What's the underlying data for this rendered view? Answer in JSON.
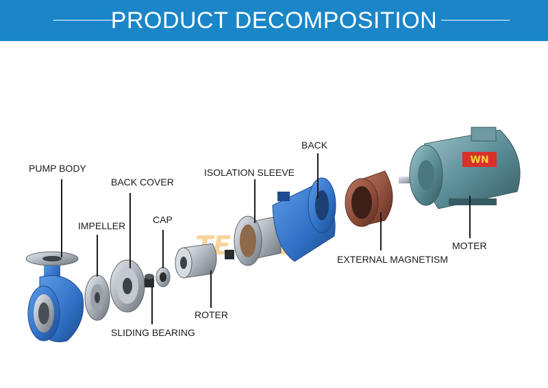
{
  "header": {
    "title": "PRODUCT DECOMPOSITION",
    "bg_color": "#1a86c8"
  },
  "labels": {
    "pump_body": "PUMP BODY",
    "impeller": "IMPELLER",
    "back_cover": "BACK COVER",
    "cap": "CAP",
    "sliding_bearing": "SLIDING BEARING",
    "roter": "ROTER",
    "isolation_sleeve": "ISOLATION SLEEVE",
    "back": "BACK",
    "external_magnetism": "EXTERNAL MAGNETISM",
    "motor": "MOTER"
  },
  "motor_brand": "WN",
  "watermark": "TE  LOW",
  "colors": {
    "pump_blue": "#2f6fc4",
    "steel": "#b9bfc6",
    "magnet_brown": "#8a4a38",
    "motor_teal": "#5e8f99",
    "brand_red": "#d8312a"
  }
}
